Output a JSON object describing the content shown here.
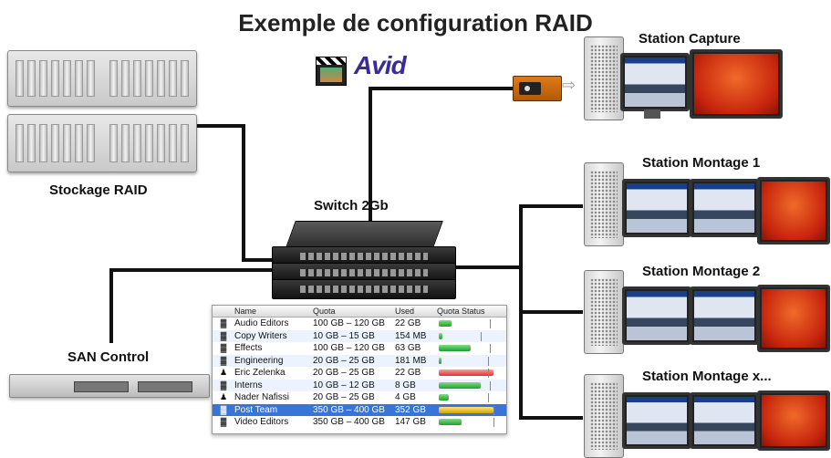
{
  "title": "Exemple de configuration RAID",
  "labels": {
    "storage": "Stockage RAID",
    "switch": "Switch 2Gb",
    "san": "SAN Control",
    "capture": "Station Capture",
    "montage1": "Station Montage 1",
    "montage2": "Station Montage 2",
    "montagex": "Station Montage x..."
  },
  "logo": {
    "text": "Avid",
    "color": "#3a2a9a"
  },
  "quota_table": {
    "headers": [
      "Name",
      "Quota",
      "Used",
      "Quota Status"
    ],
    "rows": [
      {
        "icon": "group-icon",
        "name": "Audio Editors",
        "quota": "100 GB – 120 GB",
        "used": "22 GB",
        "fill": 0.2,
        "tick": 0.83,
        "status": "ok"
      },
      {
        "icon": "group-icon",
        "name": "Copy Writers",
        "quota": "10 GB – 15 GB",
        "used": "154 MB",
        "fill": 0.06,
        "tick": 0.67,
        "status": "ok"
      },
      {
        "icon": "group-icon",
        "name": "Effects",
        "quota": "100 GB – 120 GB",
        "used": "63 GB",
        "fill": 0.52,
        "tick": 0.83,
        "status": "ok"
      },
      {
        "icon": "group-icon",
        "name": "Engineering",
        "quota": "20 GB – 25 GB",
        "used": "181 MB",
        "fill": 0.04,
        "tick": 0.8,
        "status": "ok"
      },
      {
        "icon": "user-icon",
        "name": "Eric Zelenka",
        "quota": "20 GB – 25 GB",
        "used": "22 GB",
        "fill": 0.88,
        "tick": 0.8,
        "status": "over"
      },
      {
        "icon": "group-icon",
        "name": "Interns",
        "quota": "10 GB – 12 GB",
        "used": "8 GB",
        "fill": 0.67,
        "tick": 0.83,
        "status": "ok"
      },
      {
        "icon": "user-icon",
        "name": "Nader Nafissi",
        "quota": "20 GB – 25 GB",
        "used": "4 GB",
        "fill": 0.16,
        "tick": 0.8,
        "status": "ok"
      },
      {
        "icon": "group-icon",
        "name": "Post Team",
        "quota": "350 GB – 400 GB",
        "used": "352 GB",
        "fill": 0.88,
        "tick": 0.88,
        "status": "selected"
      },
      {
        "icon": "group-icon",
        "name": "Video Editors",
        "quota": "350 GB – 400 GB",
        "used": "147 GB",
        "fill": 0.37,
        "tick": 0.88,
        "status": "ok"
      }
    ]
  },
  "colors": {
    "cable": "#111111",
    "selected_row": "#3875d7",
    "ok_bar": "#1f9e2f",
    "over_bar": "#d93434",
    "selected_bar": "#d4a400"
  }
}
